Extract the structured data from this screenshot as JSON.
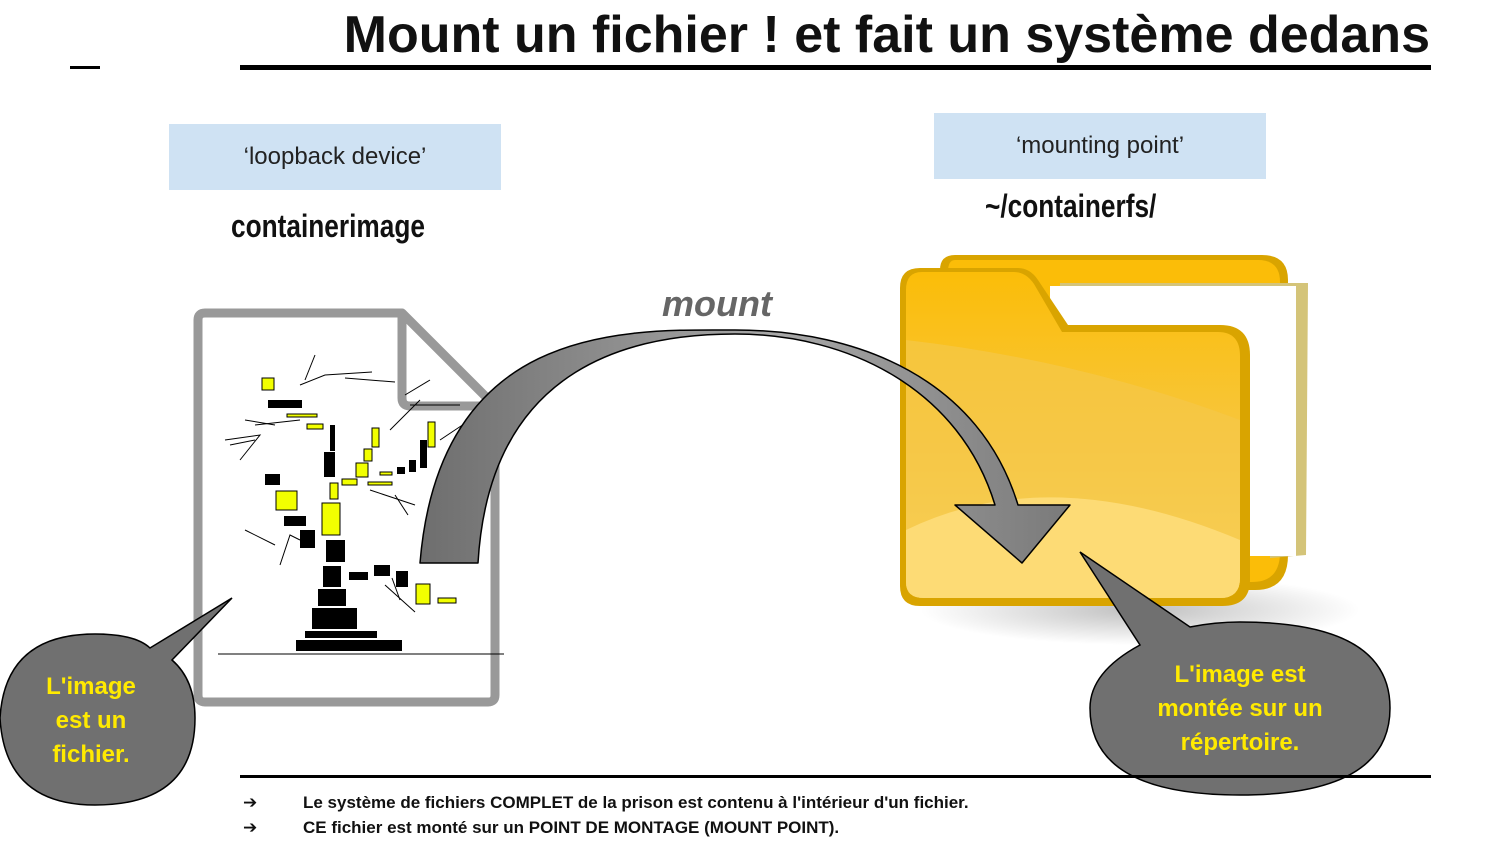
{
  "title": "Mount un fichier ! et fait un système dedans",
  "loopback": {
    "label": "‘loopback device’",
    "name": "containerimage"
  },
  "mounting": {
    "label": "‘mounting point’",
    "path": "~/containerfs/"
  },
  "arrow": {
    "command": "mount"
  },
  "bubbles": {
    "left": "L'image est un fichier.",
    "right": "L'image est montée sur un répertoire."
  },
  "notes": [
    "Le système de fichiers COMPLET de la prison est contenu à l'intérieur d'un fichier.",
    "CE fichier est monté sur un POINT DE MONTAGE (MOUNT POINT)."
  ],
  "bullet_glyph": "➔",
  "colors": {
    "tag_background": "#cfe2f3",
    "folder_yellow": "#fbbd08",
    "folder_light": "#fde07a",
    "bubble_fill": "#707070",
    "bubble_text": "#ffea00",
    "arrow_gray": "#8a8a8a",
    "file_outline": "#999999"
  },
  "icons": {
    "file": "document-icon",
    "folder": "folder-icon",
    "tree": "pixel-tree-illustration",
    "arrow": "curved-arrow-icon"
  }
}
